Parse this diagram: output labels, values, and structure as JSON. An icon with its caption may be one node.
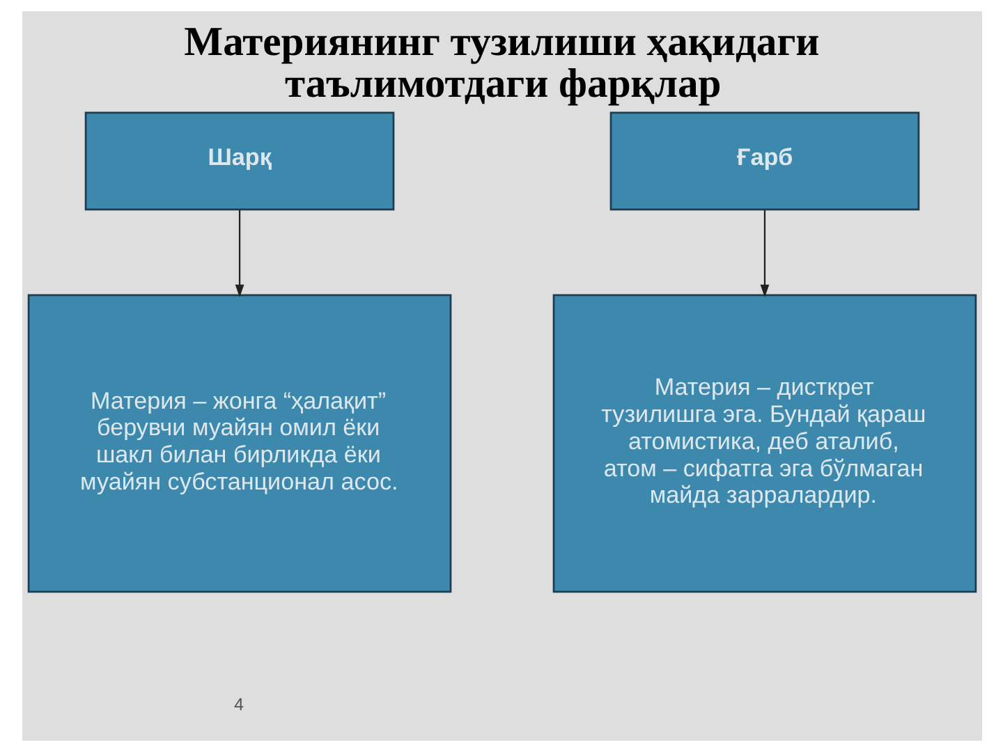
{
  "diagram": {
    "title": "Материянинг тузилиши ҳақидаги таълимотдаги фарқлар",
    "nodes": [
      {
        "text": [
          "Шарқ"
        ]
      },
      {
        "text": [
          "Ғарб"
        ]
      },
      {
        "text": [
          "Материя – жонга “ҳалақит” берувчи муайян омил ёки шакл билан бирликда ёки муайян субстанционал асос."
        ]
      },
      {
        "text": [
          "Материя – дисткрет тузилишга эга. Бундай қараш атомистика, деб аталиб, атом – сифатга эга бўлмаган майда зарралардир."
        ]
      }
    ],
    "edges": [
      {
        "from": 0,
        "to": 2,
        "arrow": "to"
      },
      {
        "from": 1,
        "to": 3,
        "arrow": "to"
      }
    ],
    "labels": [
      "4"
    ]
  }
}
